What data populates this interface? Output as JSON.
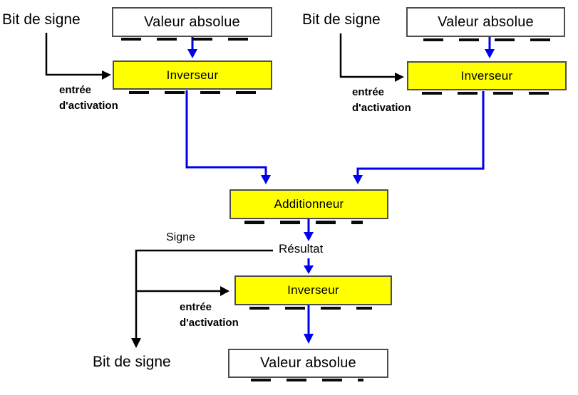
{
  "colors": {
    "box_fill_yellow": "#ffff00",
    "box_fill_white": "#ffffff",
    "box_border": "#4d4d4d",
    "arrow_blue": "#0000ee",
    "arrow_black": "#000000"
  },
  "left_input": {
    "sign_bit": "Bit de signe",
    "absolute_value": "Valeur absolue",
    "inverter": "Inverseur",
    "activation_line1": "entrée",
    "activation_line2": "d'activation"
  },
  "right_input": {
    "sign_bit": "Bit de signe",
    "absolute_value": "Valeur absolue",
    "inverter": "Inverseur",
    "activation_line1": "entrée",
    "activation_line2": "d'activation"
  },
  "adder": {
    "label": "Additionneur"
  },
  "result": {
    "sign_label": "Signe",
    "result_label": "Résultat"
  },
  "output": {
    "inverter": "Inverseur",
    "activation_line1": "entrée",
    "activation_line2": "d'activation",
    "absolute_value": "Valeur absolue",
    "sign_bit": "Bit de signe"
  }
}
